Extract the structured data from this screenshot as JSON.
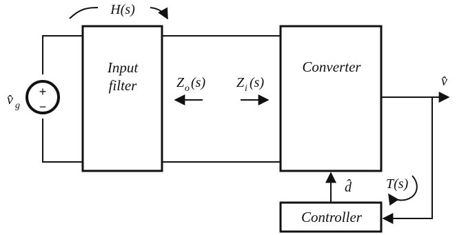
{
  "diagram": {
    "blocks": {
      "input_filter_line1": "Input",
      "input_filter_line2": "filter",
      "converter": "Converter",
      "controller": "Controller"
    },
    "labels": {
      "h_of_s": "H(s)",
      "zo_main": "Z",
      "zo_sub": "o",
      "zo_arg": "(s)",
      "zi_main": "Z",
      "zi_sub": "i",
      "zi_arg": "(s)",
      "v_hat": "v̂",
      "vg_main": "v̂",
      "vg_sub": "g",
      "d_hat": "d̂",
      "t_of_s": "T(s)"
    },
    "source": {
      "plus": "+",
      "minus": "−"
    }
  }
}
